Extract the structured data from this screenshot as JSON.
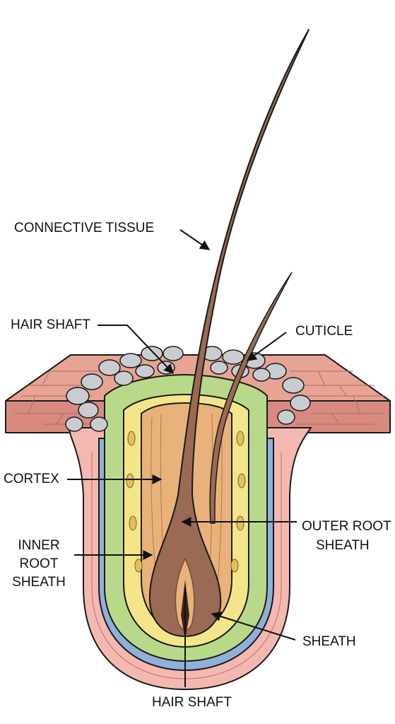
{
  "labels": {
    "connective_tissue": "CONNECTIVE TISSUE",
    "hair_shaft_top": "HAIR SHAFT",
    "cuticle": "CUTICLE",
    "cortex": "CORTEX",
    "inner_root_sheath_1": "INNER",
    "inner_root_sheath_2": "ROOT",
    "inner_root_sheath_3": "SHEATH",
    "outer_root_sheath_1": "OUTER ROOT",
    "outer_root_sheath_2": "SHEATH",
    "sheath": "SHEATH",
    "hair_shaft_bottom": "HAIR SHAFT"
  },
  "colors": {
    "skin_top": "#e7a394",
    "skin_side": "#d98a80",
    "pink_layer": "#f3b8b0",
    "blue_layer": "#8fb0d8",
    "green_layer": "#b9d98a",
    "yellow_layer": "#f4e58a",
    "cortex_fill": "#e8b27a",
    "hair": "#9a6a55",
    "hair_dark": "#3a2418",
    "stones": "#c9ccd0",
    "outline": "#1a1a1a"
  }
}
